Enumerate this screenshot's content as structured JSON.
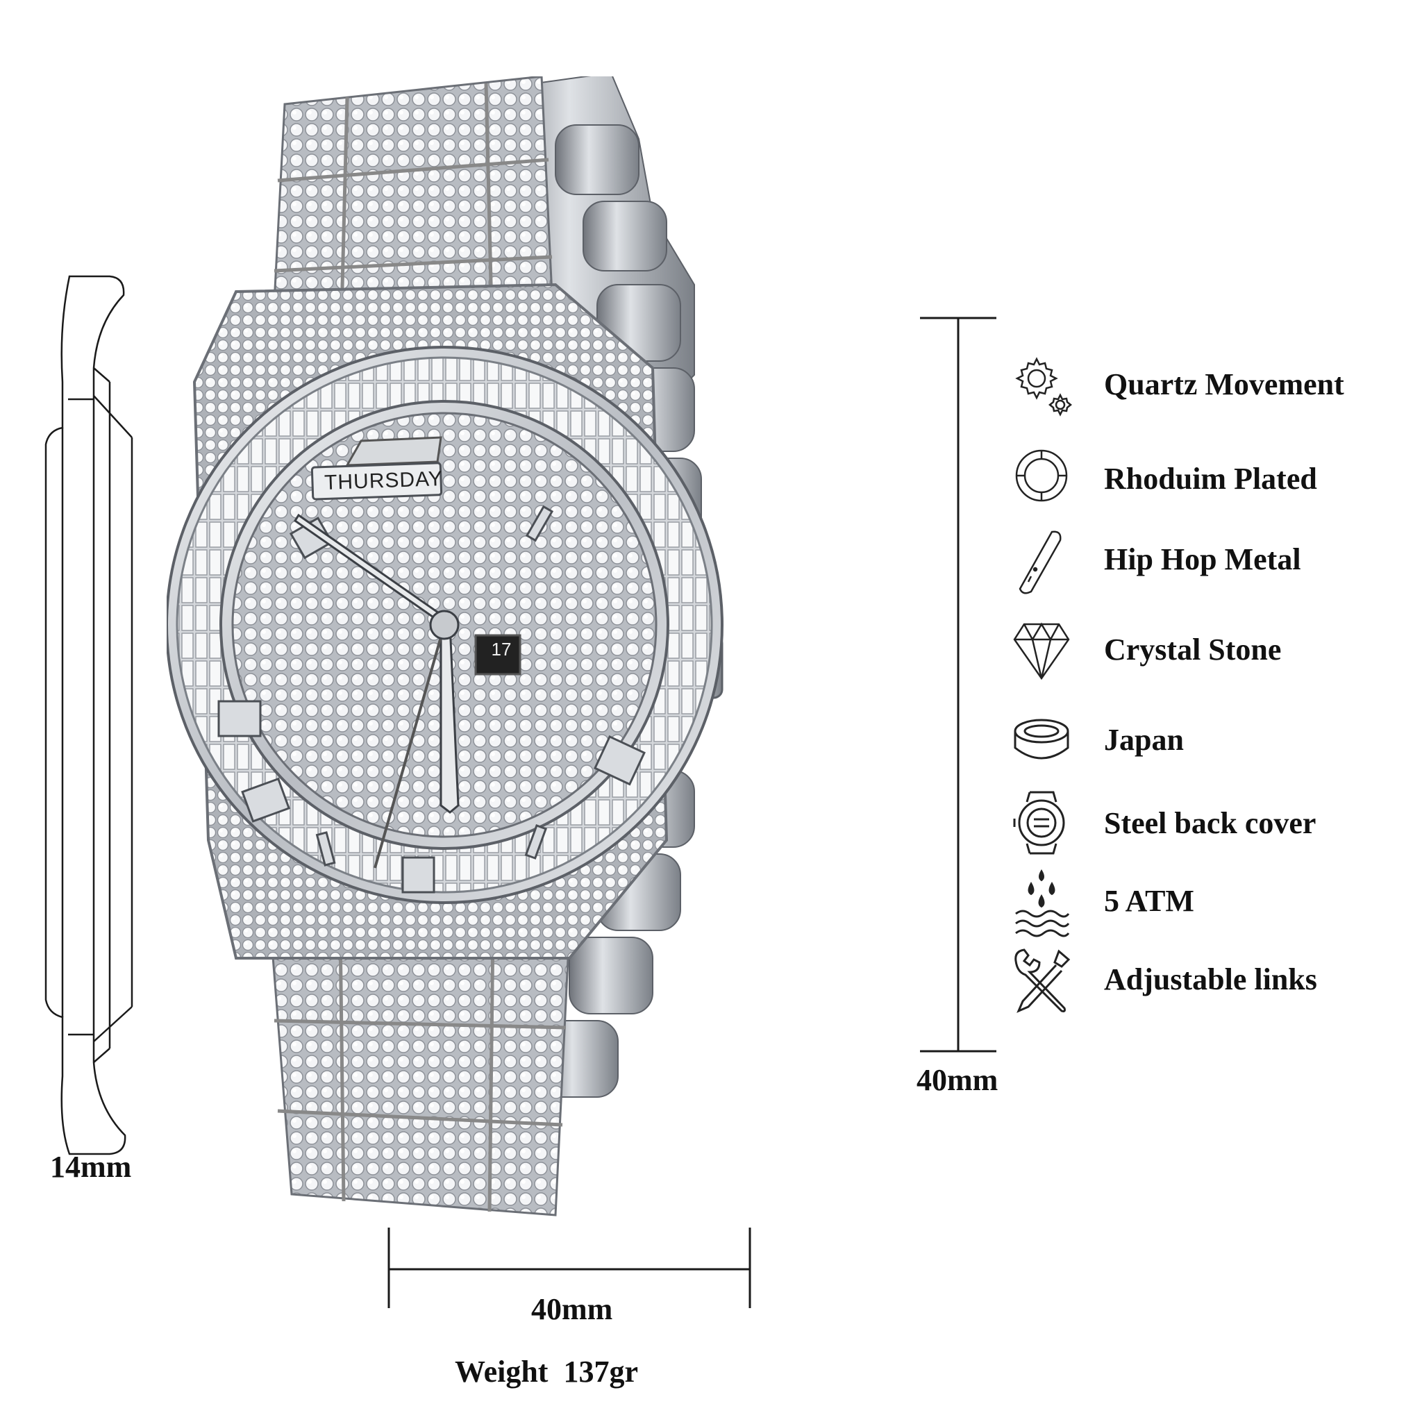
{
  "product": {
    "day_window": "THURSDAY",
    "date_window": "17"
  },
  "dimensions": {
    "thickness_label": "14mm",
    "width_label": "40mm",
    "height_label": "40mm",
    "weight_label": "Weight  137gr"
  },
  "features": [
    {
      "icon": "gears-icon",
      "label": "Quartz Movement"
    },
    {
      "icon": "plating-icon",
      "label": "Rhoduim Plated"
    },
    {
      "icon": "metal-bar-icon",
      "label": "Hip Hop Metal"
    },
    {
      "icon": "diamond-icon",
      "label": "Crystal Stone"
    },
    {
      "icon": "battery-icon",
      "label": "Japan"
    },
    {
      "icon": "watch-back-icon",
      "label": "Steel back cover"
    },
    {
      "icon": "water-drops-icon",
      "label": "5 ATM"
    },
    {
      "icon": "tools-icon",
      "label": "Adjustable links"
    }
  ],
  "colors": {
    "metal": "#c9ccd1",
    "metal_dark": "#8c9096",
    "line": "#1a1a1a"
  }
}
